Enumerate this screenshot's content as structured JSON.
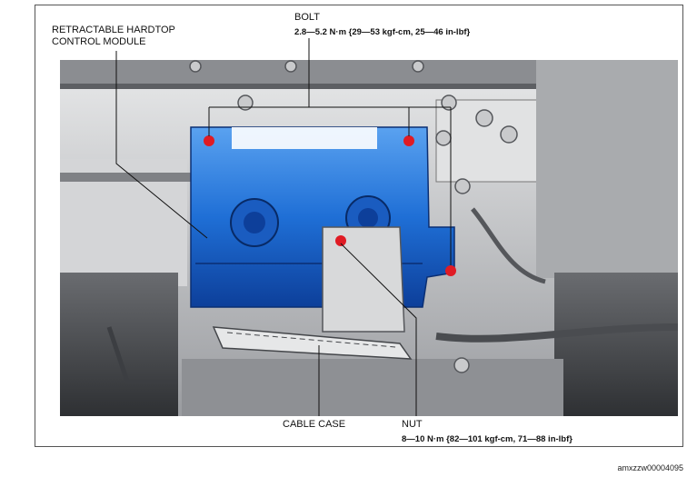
{
  "labels": {
    "module": "RETRACTABLE HARDTOP\nCONTROL MODULE",
    "module_line1": "RETRACTABLE HARDTOP",
    "module_line2": "CONTROL MODULE",
    "bolt": "BOLT",
    "bolt_torque": "2.8—5.2 N·m {29—53 kgf-cm, 25—46 in-lbf}",
    "cable_case": "CABLE CASE",
    "nut": "NUT",
    "nut_torque": "8—10 N·m {82—101 kgf-cm, 71—88 in-lbf}",
    "figure_code": "amxzzw00004095"
  },
  "colors": {
    "module_blue": "#1f6fd6",
    "module_dark": "#0d3f9a",
    "marker_red": "#e01b24",
    "chassis_gray": "#bfc1c4",
    "chassis_dark": "#5a5c60"
  }
}
